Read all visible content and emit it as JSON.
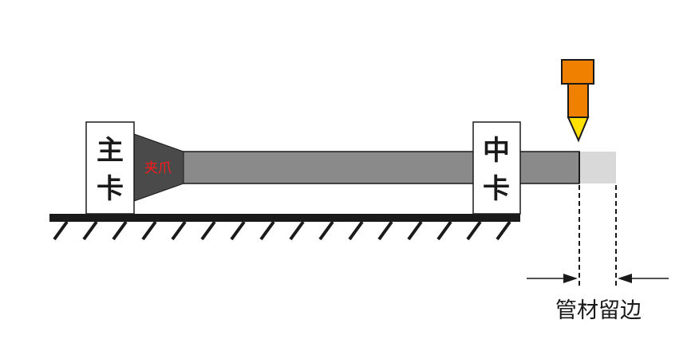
{
  "labels": {
    "main_chuck_line1": "主",
    "main_chuck_line2": "卡",
    "mid_chuck_line1": "中",
    "mid_chuck_line2": "卡",
    "clamp_jaw": "夹爪",
    "tail_margin": "管材留边"
  },
  "colors": {
    "tube": "#8a8a8a",
    "tube_margin": "#d9d9d9",
    "jaw": "#4a4a4a",
    "jaw_text": "#ff1a1a",
    "laser_head": "#f08000",
    "laser_tip": "#ffe000",
    "ground": "#1a1a1a",
    "chuck_box": "#ffffff",
    "outline": "#1a1a1a"
  },
  "icons": {
    "laser": "laser-head-icon",
    "arrow_left": "arrow-right-icon",
    "arrow_right": "arrow-left-icon"
  }
}
